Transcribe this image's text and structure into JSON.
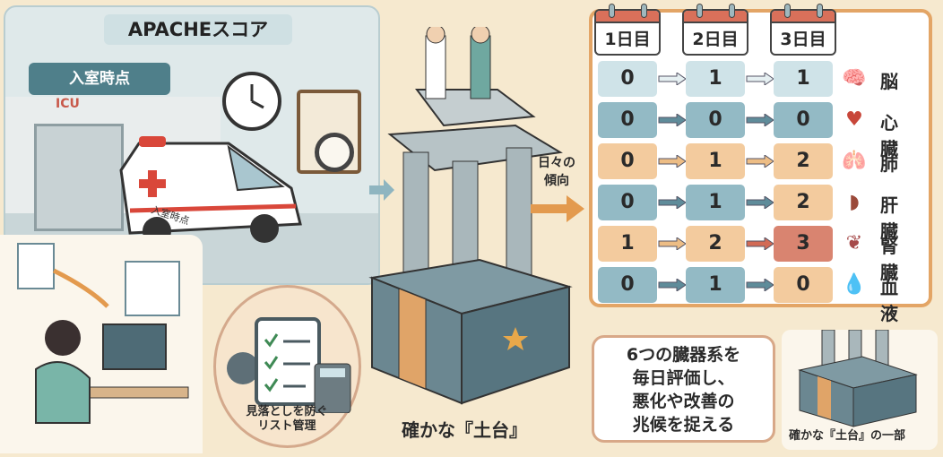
{
  "left_panel": {
    "title": "APACHEスコア",
    "entry_label": "入室時点",
    "icu_sign": "ICU",
    "ambulance_label": "入室時点"
  },
  "checklist": {
    "caption_line1": "見落としを防ぐ",
    "caption_line2": "リスト管理"
  },
  "foundation": {
    "caption": "確かな『土台』"
  },
  "trend": {
    "line1": "日々の",
    "line2": "傾向"
  },
  "table": {
    "days": [
      "1日目",
      "2日目",
      "3日目"
    ],
    "rows": [
      {
        "organ": "脳",
        "icon": "brain-icon",
        "values": [
          "0",
          "1",
          "1"
        ],
        "levels": [
          "light",
          "light",
          "light"
        ]
      },
      {
        "organ": "心臓",
        "icon": "heart-icon",
        "values": [
          "0",
          "0",
          "0"
        ],
        "levels": [
          "teal",
          "teal",
          "teal"
        ]
      },
      {
        "organ": "肺",
        "icon": "lungs-icon",
        "values": [
          "0",
          "1",
          "2"
        ],
        "levels": [
          "orange",
          "orange",
          "orange"
        ]
      },
      {
        "organ": "肝臓",
        "icon": "liver-icon",
        "values": [
          "0",
          "1",
          "2"
        ],
        "levels": [
          "teal",
          "teal",
          "orange"
        ]
      },
      {
        "organ": "腎臓",
        "icon": "kidney-icon",
        "values": [
          "1",
          "2",
          "3"
        ],
        "levels": [
          "orange",
          "orange",
          "red"
        ]
      },
      {
        "organ": "血液",
        "icon": "blood-drop-icon",
        "values": [
          "0",
          "1",
          "0"
        ],
        "levels": [
          "teal",
          "teal",
          "orange"
        ]
      }
    ]
  },
  "colors": {
    "light": "#cfe3e8",
    "teal": "#93bac5",
    "orange": "#f3cb9e",
    "red": "#d98470",
    "accent": "#e3a566"
  },
  "bubble": {
    "line1": "6つの臓器系を",
    "line2": "毎日評価し、",
    "line3": "悪化や改善の",
    "line4": "兆候を捉える"
  },
  "mini": {
    "caption": "確かな『土台』の一部"
  }
}
